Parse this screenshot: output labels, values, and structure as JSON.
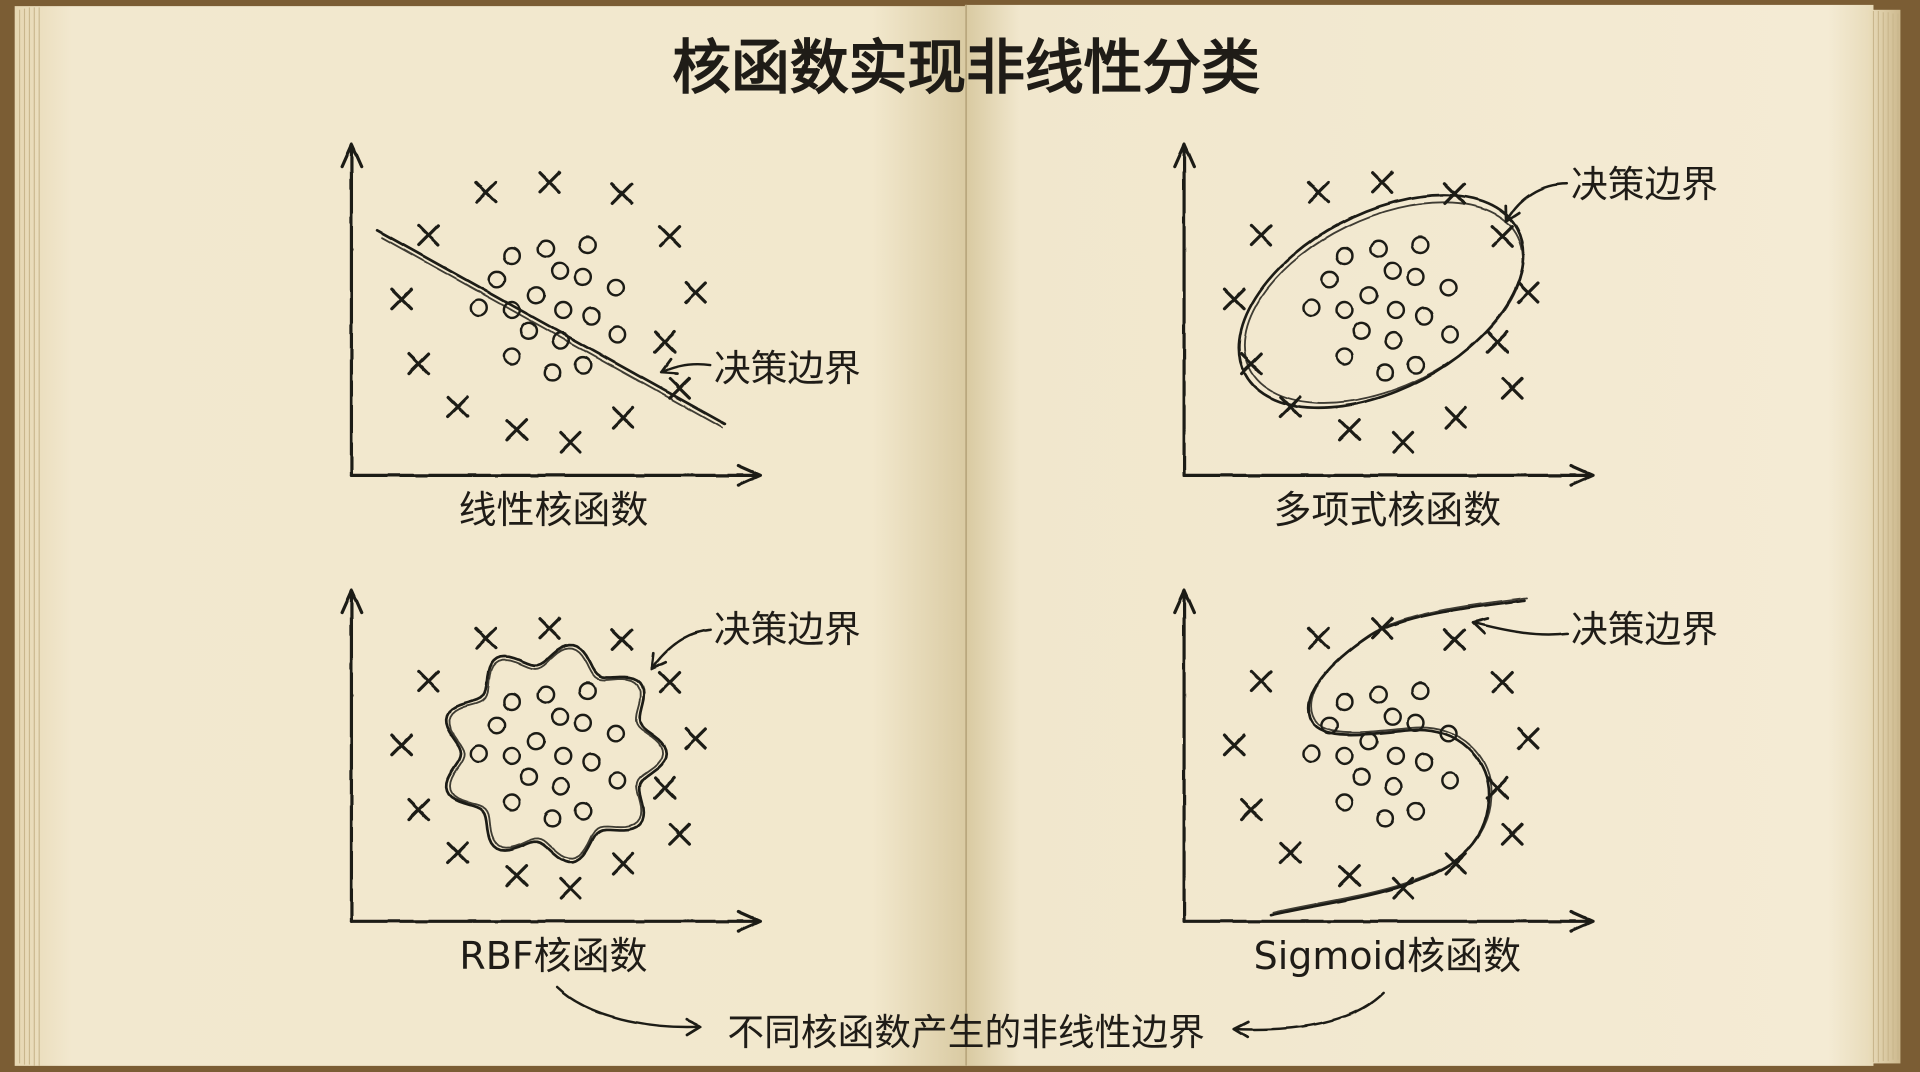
{
  "title": "核函数实现非线性分类",
  "panels": [
    {
      "label": "线性核函数",
      "boundary_label": "决策边界"
    },
    {
      "label": "多项式核函数",
      "boundary_label": "决策边界"
    },
    {
      "label": "RBF核函数",
      "boundary_label": "决策边界"
    },
    {
      "label": "Sigmoid核函数",
      "boundary_label": "决策边界"
    }
  ],
  "caption": "不同核函数产生的非线性边界",
  "colors": {
    "ink": "#1f1c17",
    "page": "#f3ead2",
    "cover": "#7b5d34"
  }
}
